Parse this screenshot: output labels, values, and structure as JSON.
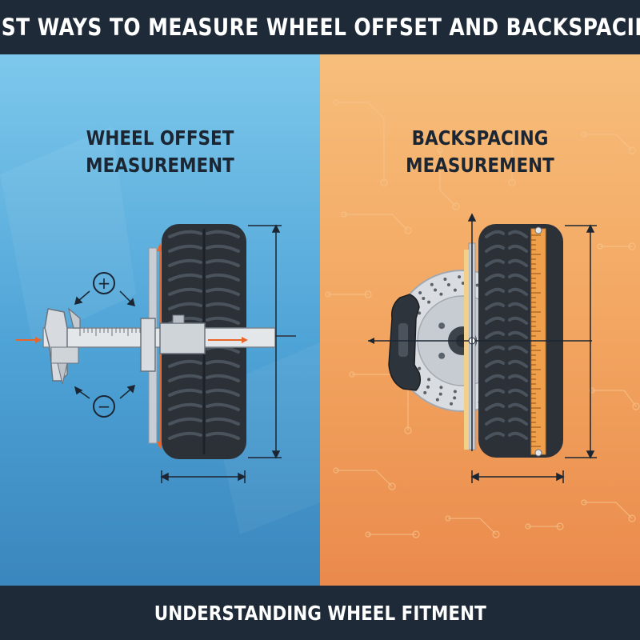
{
  "header": {
    "title": "BEST WAYS TO MEASURE WHEEL OFFSET AND BACKSPACING"
  },
  "left_panel": {
    "heading_line1": "WHEEL OFFSET",
    "heading_line2": "MEASUREMENT",
    "plus_symbol": "+",
    "minus_symbol": "−"
  },
  "right_panel": {
    "heading_line1": "BACKSPACING",
    "heading_line2": "MEASUREMENT"
  },
  "footer": {
    "subtitle": "UNDERSTANDING WHEEL FITMENT"
  },
  "colors": {
    "header_bg": "#1e2a38",
    "left_panel": "#5aaee0",
    "right_panel": "#f3a862",
    "tire": "#2c3138",
    "accent_arrow": "#e8662a",
    "ruler": "#f0a04a"
  },
  "icons": [
    "caliper-tool-icon",
    "plus-circle-icon",
    "minus-circle-icon",
    "tire-icon",
    "brake-rotor-icon",
    "brake-caliper-icon",
    "ruler-icon"
  ]
}
